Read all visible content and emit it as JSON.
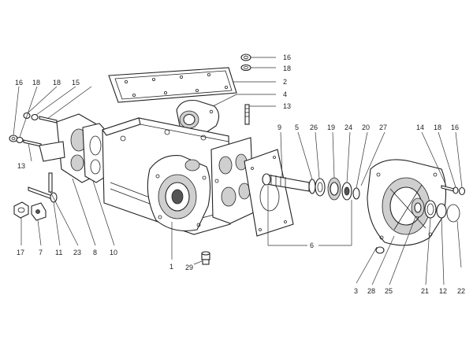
{
  "diagram": {
    "labels": [
      "16",
      "18",
      "2",
      "4",
      "13",
      "16",
      "18",
      "18",
      "15",
      "9",
      "5",
      "26",
      "19",
      "24",
      "20",
      "27",
      "14",
      "18",
      "16",
      "13",
      "6",
      "17",
      "7",
      "11",
      "23",
      "8",
      "10",
      "1",
      "29",
      "3",
      "28",
      "25",
      "21",
      "12",
      "22"
    ]
  }
}
